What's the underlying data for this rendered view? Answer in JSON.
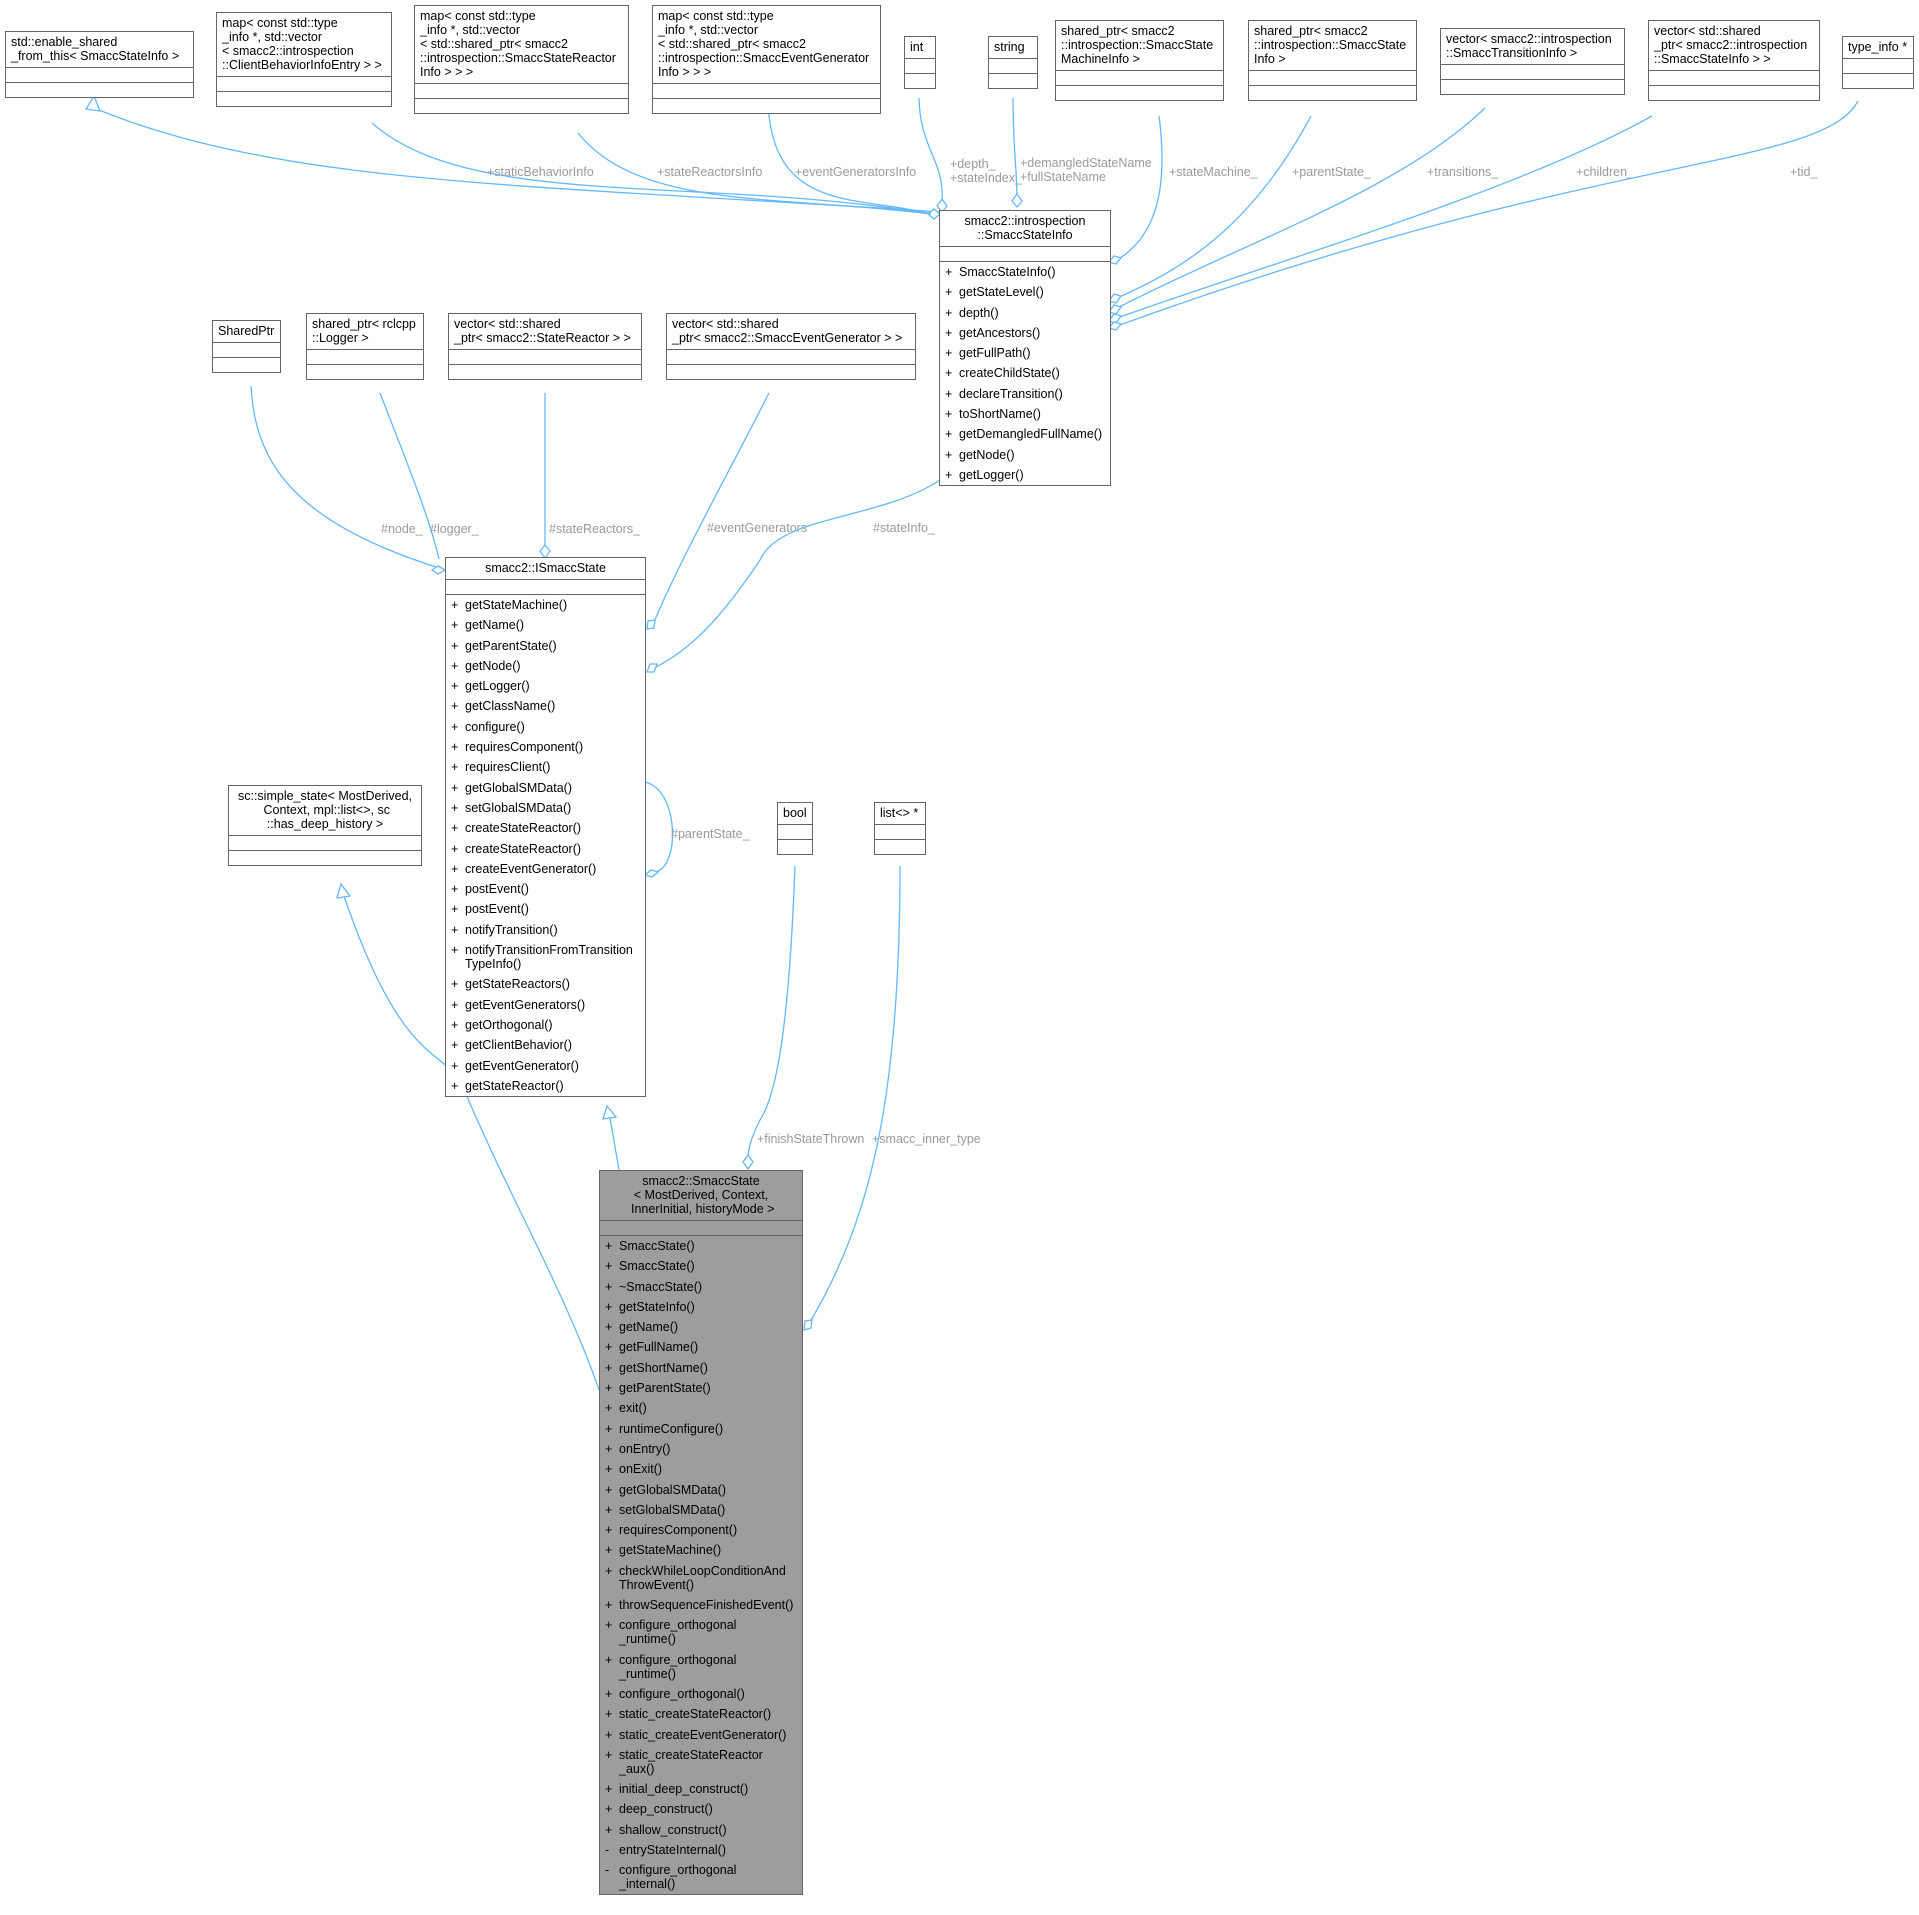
{
  "diagram": {
    "nodes": {
      "enable_shared": {
        "title": "std::enable_shared\n_from_this< SmaccStateInfo >"
      },
      "map_client": {
        "title": "map< const std::type\n_info *, std::vector\n< smacc2::introspection\n::ClientBehaviorInfoEntry > >"
      },
      "map_reactor": {
        "title": "map< const std::type\n_info *, std::vector\n< std::shared_ptr< smacc2\n::introspection::SmaccStateReactor\nInfo > > >"
      },
      "map_evgen": {
        "title": "map< const std::type\n_info *, std::vector\n< std::shared_ptr< smacc2\n::introspection::SmaccEventGenerator\nInfo > > >"
      },
      "int": {
        "title": "int"
      },
      "string": {
        "title": "string"
      },
      "sp_machineinfo": {
        "title": "shared_ptr< smacc2\n::introspection::SmaccState\nMachineInfo >"
      },
      "sp_stateinfo": {
        "title": "shared_ptr< smacc2\n::introspection::SmaccState\nInfo >"
      },
      "vec_transition": {
        "title": "vector< smacc2::introspection\n::SmaccTransitionInfo >"
      },
      "vec_stateinfo": {
        "title": "vector< std::shared\n_ptr< smacc2::introspection\n::SmaccStateInfo > >"
      },
      "type_info": {
        "title": "type_info *"
      },
      "sharedptr": {
        "title": "SharedPtr"
      },
      "sp_logger": {
        "title": "shared_ptr< rclcpp\n::Logger >"
      },
      "vec_reactor": {
        "title": "vector< std::shared\n_ptr< smacc2::StateReactor > >"
      },
      "vec_evgen": {
        "title": "vector< std::shared\n_ptr< smacc2::SmaccEventGenerator > >"
      },
      "smacc_state_info": {
        "title": "smacc2::introspection\n::SmaccStateInfo",
        "members": [
          {
            "vis": "+",
            "name": "SmaccStateInfo()"
          },
          {
            "vis": "+",
            "name": "getStateLevel()"
          },
          {
            "vis": "+",
            "name": "depth()"
          },
          {
            "vis": "+",
            "name": "getAncestors()"
          },
          {
            "vis": "+",
            "name": "getFullPath()"
          },
          {
            "vis": "+",
            "name": "createChildState()"
          },
          {
            "vis": "+",
            "name": "declareTransition()"
          },
          {
            "vis": "+",
            "name": "toShortName()"
          },
          {
            "vis": "+",
            "name": "getDemangledFullName()"
          },
          {
            "vis": "+",
            "name": "getNode()"
          },
          {
            "vis": "+",
            "name": "getLogger()"
          }
        ]
      },
      "ismacc_state": {
        "title": "smacc2::ISmaccState",
        "members": [
          {
            "vis": "+",
            "name": "getStateMachine()"
          },
          {
            "vis": "+",
            "name": "getName()"
          },
          {
            "vis": "+",
            "name": "getParentState()"
          },
          {
            "vis": "+",
            "name": "getNode()"
          },
          {
            "vis": "+",
            "name": "getLogger()"
          },
          {
            "vis": "+",
            "name": "getClassName()"
          },
          {
            "vis": "+",
            "name": "configure()"
          },
          {
            "vis": "+",
            "name": "requiresComponent()"
          },
          {
            "vis": "+",
            "name": "requiresClient()"
          },
          {
            "vis": "+",
            "name": "getGlobalSMData()"
          },
          {
            "vis": "+",
            "name": "setGlobalSMData()"
          },
          {
            "vis": "+",
            "name": "createStateReactor()"
          },
          {
            "vis": "+",
            "name": "createStateReactor()"
          },
          {
            "vis": "+",
            "name": "createEventGenerator()"
          },
          {
            "vis": "+",
            "name": "postEvent()"
          },
          {
            "vis": "+",
            "name": "postEvent()"
          },
          {
            "vis": "+",
            "name": "notifyTransition()"
          },
          {
            "vis": "+",
            "name": "notifyTransitionFromTransition\nTypeInfo()"
          },
          {
            "vis": "+",
            "name": "getStateReactors()"
          },
          {
            "vis": "+",
            "name": "getEventGenerators()"
          },
          {
            "vis": "+",
            "name": "getOrthogonal()"
          },
          {
            "vis": "+",
            "name": "getClientBehavior()"
          },
          {
            "vis": "+",
            "name": "getEventGenerator()"
          },
          {
            "vis": "+",
            "name": "getStateReactor()"
          }
        ]
      },
      "simple_state": {
        "title": "sc::simple_state< MostDerived,\n Context, mpl::list<>, sc\n::has_deep_history >"
      },
      "bool": {
        "title": "bool"
      },
      "list": {
        "title": "list<> *"
      },
      "smacc_state": {
        "title": "smacc2::SmaccState\n< MostDerived, Context,\n InnerInitial, historyMode >",
        "members": [
          {
            "vis": "+",
            "name": "SmaccState()"
          },
          {
            "vis": "+",
            "name": "SmaccState()"
          },
          {
            "vis": "+",
            "name": "~SmaccState()"
          },
          {
            "vis": "+",
            "name": "getStateInfo()"
          },
          {
            "vis": "+",
            "name": "getName()"
          },
          {
            "vis": "+",
            "name": "getFullName()"
          },
          {
            "vis": "+",
            "name": "getShortName()"
          },
          {
            "vis": "+",
            "name": "getParentState()"
          },
          {
            "vis": "+",
            "name": "exit()"
          },
          {
            "vis": "+",
            "name": "runtimeConfigure()"
          },
          {
            "vis": "+",
            "name": "onEntry()"
          },
          {
            "vis": "+",
            "name": "onExit()"
          },
          {
            "vis": "+",
            "name": "getGlobalSMData()"
          },
          {
            "vis": "+",
            "name": "setGlobalSMData()"
          },
          {
            "vis": "+",
            "name": "requiresComponent()"
          },
          {
            "vis": "+",
            "name": "getStateMachine()"
          },
          {
            "vis": "+",
            "name": "checkWhileLoopConditionAnd\nThrowEvent()"
          },
          {
            "vis": "+",
            "name": "throwSequenceFinishedEvent()"
          },
          {
            "vis": "+",
            "name": "configure_orthogonal\n_runtime()"
          },
          {
            "vis": "+",
            "name": "configure_orthogonal\n_runtime()"
          },
          {
            "vis": "+",
            "name": "configure_orthogonal()"
          },
          {
            "vis": "+",
            "name": "static_createStateReactor()"
          },
          {
            "vis": "+",
            "name": "static_createEventGenerator()"
          },
          {
            "vis": "+",
            "name": "static_createStateReactor\n_aux()"
          },
          {
            "vis": "+",
            "name": "initial_deep_construct()"
          },
          {
            "vis": "+",
            "name": "deep_construct()"
          },
          {
            "vis": "+",
            "name": "shallow_construct()"
          },
          {
            "vis": "-",
            "name": "entryStateInternal()"
          },
          {
            "vis": "-",
            "name": "configure_orthogonal\n_internal()"
          }
        ]
      }
    },
    "edge_labels": {
      "staticBehaviorInfo": "+staticBehaviorInfo",
      "stateReactorsInfo": "+stateReactorsInfo",
      "eventGeneratorsInfo": "+eventGeneratorsInfo",
      "depth": "+depth_\n+stateIndex_",
      "demangled": "+demangledStateName\n+fullStateName",
      "stateMachine": "+stateMachine_",
      "parentState": "+parentState_",
      "transitions": "+transitions_",
      "children": "+children_",
      "tid": "+tid_",
      "node": "#node_",
      "logger": "#logger_",
      "stateReactors": "#stateReactors_",
      "eventGenerators": "#eventGenerators",
      "stateInfo": "#stateInfo_",
      "parentStateSelf": "#parentState_",
      "finishStateThrown": "+finishStateThrown",
      "smacc_inner_type": "+smacc_inner_type"
    }
  }
}
